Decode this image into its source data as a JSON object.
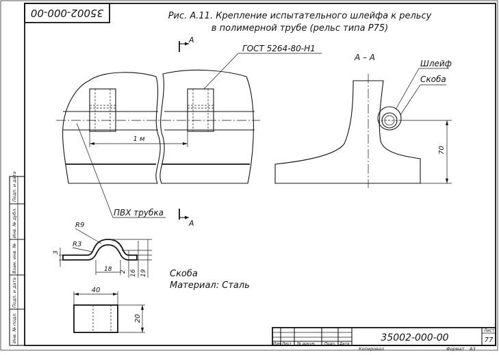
{
  "stamp_top": "35002-000-00",
  "caption": {
    "line1": "Рис. А.11. Крепление испытательного шлейфа к рельсу",
    "line2": "в полимерной трубе (рельс типа Р75)"
  },
  "section_mark": "А",
  "section_title": "А – А",
  "standard_label": "ГОСТ 5264-80-Н1",
  "dim_1m": "1 м",
  "pvc_label": "ПВХ трубка",
  "loop_label": "Шлейф",
  "bracket_label": "Скоба",
  "dim_70": "70",
  "bracket_dims": {
    "r9": "R9",
    "r3": "R3",
    "d3": "3",
    "d18": "18",
    "d2": "2",
    "d16": "16",
    "d19": "19",
    "d40": "40",
    "d20": "20"
  },
  "part_name": "Скоба",
  "material": "Материал: Сталь",
  "left_margin_labels": [
    "Инв. № подл.",
    "Подп. и дата",
    "Взам. инв. №",
    "Инв. № дубл.",
    "Подп. и дата"
  ],
  "title_block": {
    "headers": [
      "Изм",
      "Лист",
      "№ докум.",
      "Подп.",
      "Дата"
    ],
    "doc_number": "35002-000-00",
    "sheet_label": "Лист",
    "sheet_number": "77",
    "copied": "Копировал",
    "format_label": "Формат",
    "format_value": "А3"
  }
}
